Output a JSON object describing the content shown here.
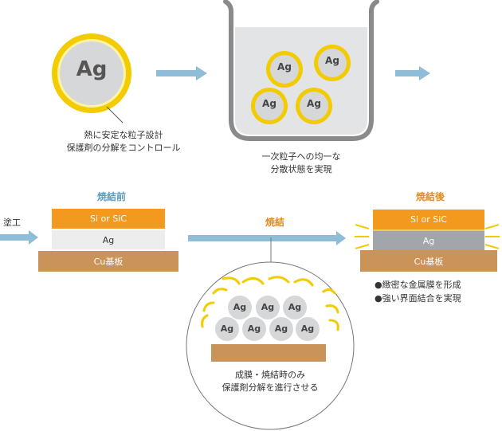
{
  "particle": {
    "symbol": "Ag"
  },
  "caption_left": [
    "熱に安定な粒子設計",
    "保護剤の分解をコントロール"
  ],
  "caption_beaker": [
    "一次粒子への均一な",
    "分散状態を実現"
  ],
  "coating_label": "塗工",
  "before": {
    "title": "焼結前",
    "layers": {
      "top": "Si or SiC",
      "mid": "Ag",
      "bottom": "Cu基板"
    }
  },
  "sintering_label": "焼結",
  "after": {
    "title": "焼結後",
    "layers": {
      "top": "Si or SiC",
      "mid": "Ag",
      "bottom": "Cu基板"
    },
    "bullets": [
      "●緻密な金属膜を形成",
      "●強い界面結合を実現"
    ]
  },
  "zoom_caption": [
    "成膜・焼結時のみ",
    "保護剤分解を進行させる"
  ],
  "colors": {
    "gold": "#f2cc00",
    "silver": "#d6d7d8",
    "arrow": "#8fbcd6",
    "orange": "#f39a1e",
    "copper": "#c9935a",
    "grey_layer": "#a2a5a9"
  }
}
